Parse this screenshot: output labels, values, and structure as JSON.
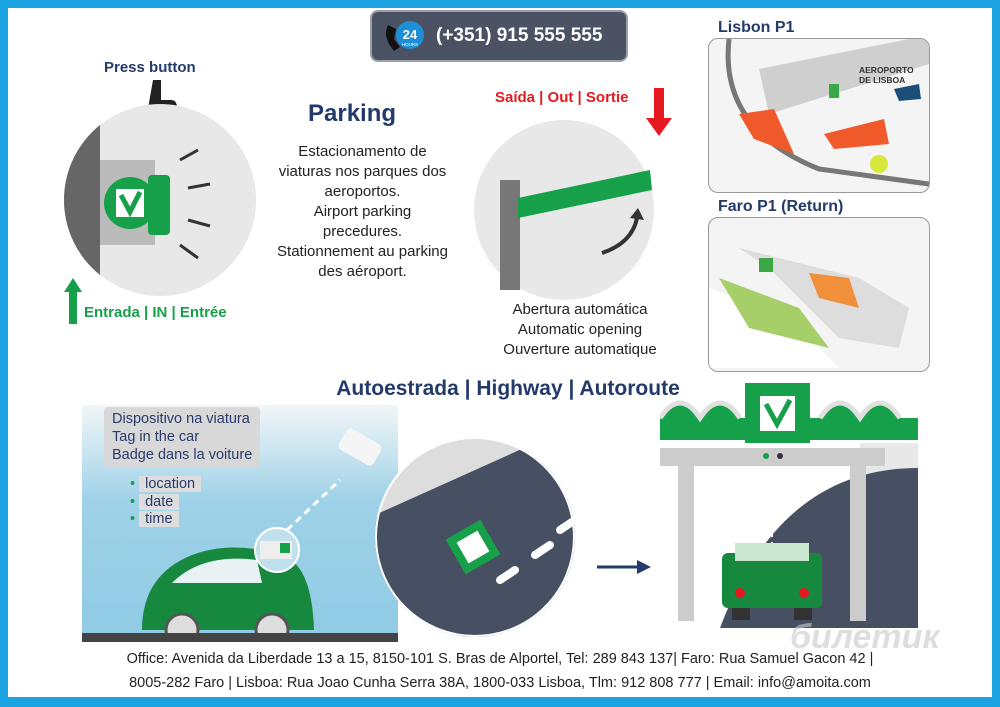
{
  "phone": {
    "badge": "24",
    "badge_sub": "HOURS",
    "number": "(+351) 915 555 555"
  },
  "parking": {
    "press_button": "Press button",
    "title": "Parking",
    "description": [
      "Estacionamento de",
      "viaturas nos parques dos",
      "aeroportos.",
      "Airport parking",
      "precedures.",
      "Stationnement au parking",
      "des aéroport."
    ],
    "entry": "Entrada | IN | Entrée",
    "exit": "Saída | Out | Sortie",
    "opening": [
      "Abertura automática",
      "Automatic opening",
      "Ouverture automatique"
    ]
  },
  "maps": {
    "lisbon": "Lisbon P1",
    "faro": "Faro P1 (Return)",
    "lisbon_airport": "AEROPORTO DE LISBOA"
  },
  "highway": {
    "title": "Autoestrada | Highway | Autoroute",
    "device": [
      "Dispositivo na viatura",
      "Tag in the car",
      "Badge dans la voiture"
    ],
    "bullets": [
      "location",
      "date",
      "time"
    ]
  },
  "footer": {
    "line1": "Office: Avenida da Liberdade 13 a 15, 8150-101 S. Bras de Alportel, Tel: 289 843 137| Faro: Rua Samuel Gacon 42 |",
    "line2": "8005-282 Faro | Lisboa: Rua Joao Cunha Serra 38A, 1800-033 Lisboa, Tlm: 912 808 777 | Email: info@amoita.com"
  },
  "watermark": "билетик",
  "colors": {
    "border": "#1aa3e0",
    "green": "#17a04a",
    "red": "#e5191f",
    "navy": "#233a6b"
  }
}
